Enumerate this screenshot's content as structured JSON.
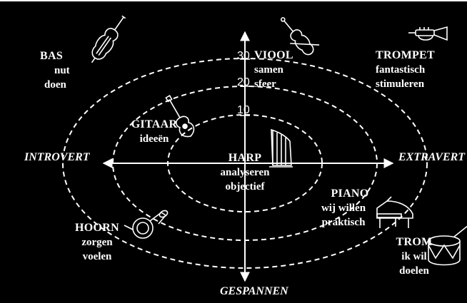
{
  "axes": {
    "left": "INTROVERT",
    "right": "EXTRAVERT",
    "bottom": "GESPANNEN"
  },
  "ticks": [
    "10",
    "20",
    "30"
  ],
  "instruments": [
    {
      "key": "bas",
      "name": "BAS",
      "lines": [
        "nut",
        "doen"
      ],
      "icon": "cello-icon"
    },
    {
      "key": "viool",
      "name": "VIOOL",
      "lines": [
        "samen",
        "sfeer"
      ],
      "icon": "violin-icon"
    },
    {
      "key": "trompet",
      "name": "TROMPET",
      "lines": [
        "fantastisch",
        "stimuleren"
      ],
      "icon": "trumpet-icon"
    },
    {
      "key": "gitaar",
      "name": "GITAAR",
      "lines": [
        "ideeën"
      ],
      "icon": "guitar-icon"
    },
    {
      "key": "harp",
      "name": "HARP",
      "lines": [
        "analyseren",
        "objectief"
      ],
      "icon": "harp-icon"
    },
    {
      "key": "piano",
      "name": "PIANO",
      "lines": [
        "wij willen",
        "praktisch"
      ],
      "icon": "piano-icon"
    },
    {
      "key": "hoorn",
      "name": "HOORN",
      "lines": [
        "zorgen",
        "voelen"
      ],
      "icon": "horn-icon"
    },
    {
      "key": "trom",
      "name": "TROM",
      "lines": [
        "ik wil",
        "doelen"
      ],
      "icon": "drum-icon"
    }
  ]
}
